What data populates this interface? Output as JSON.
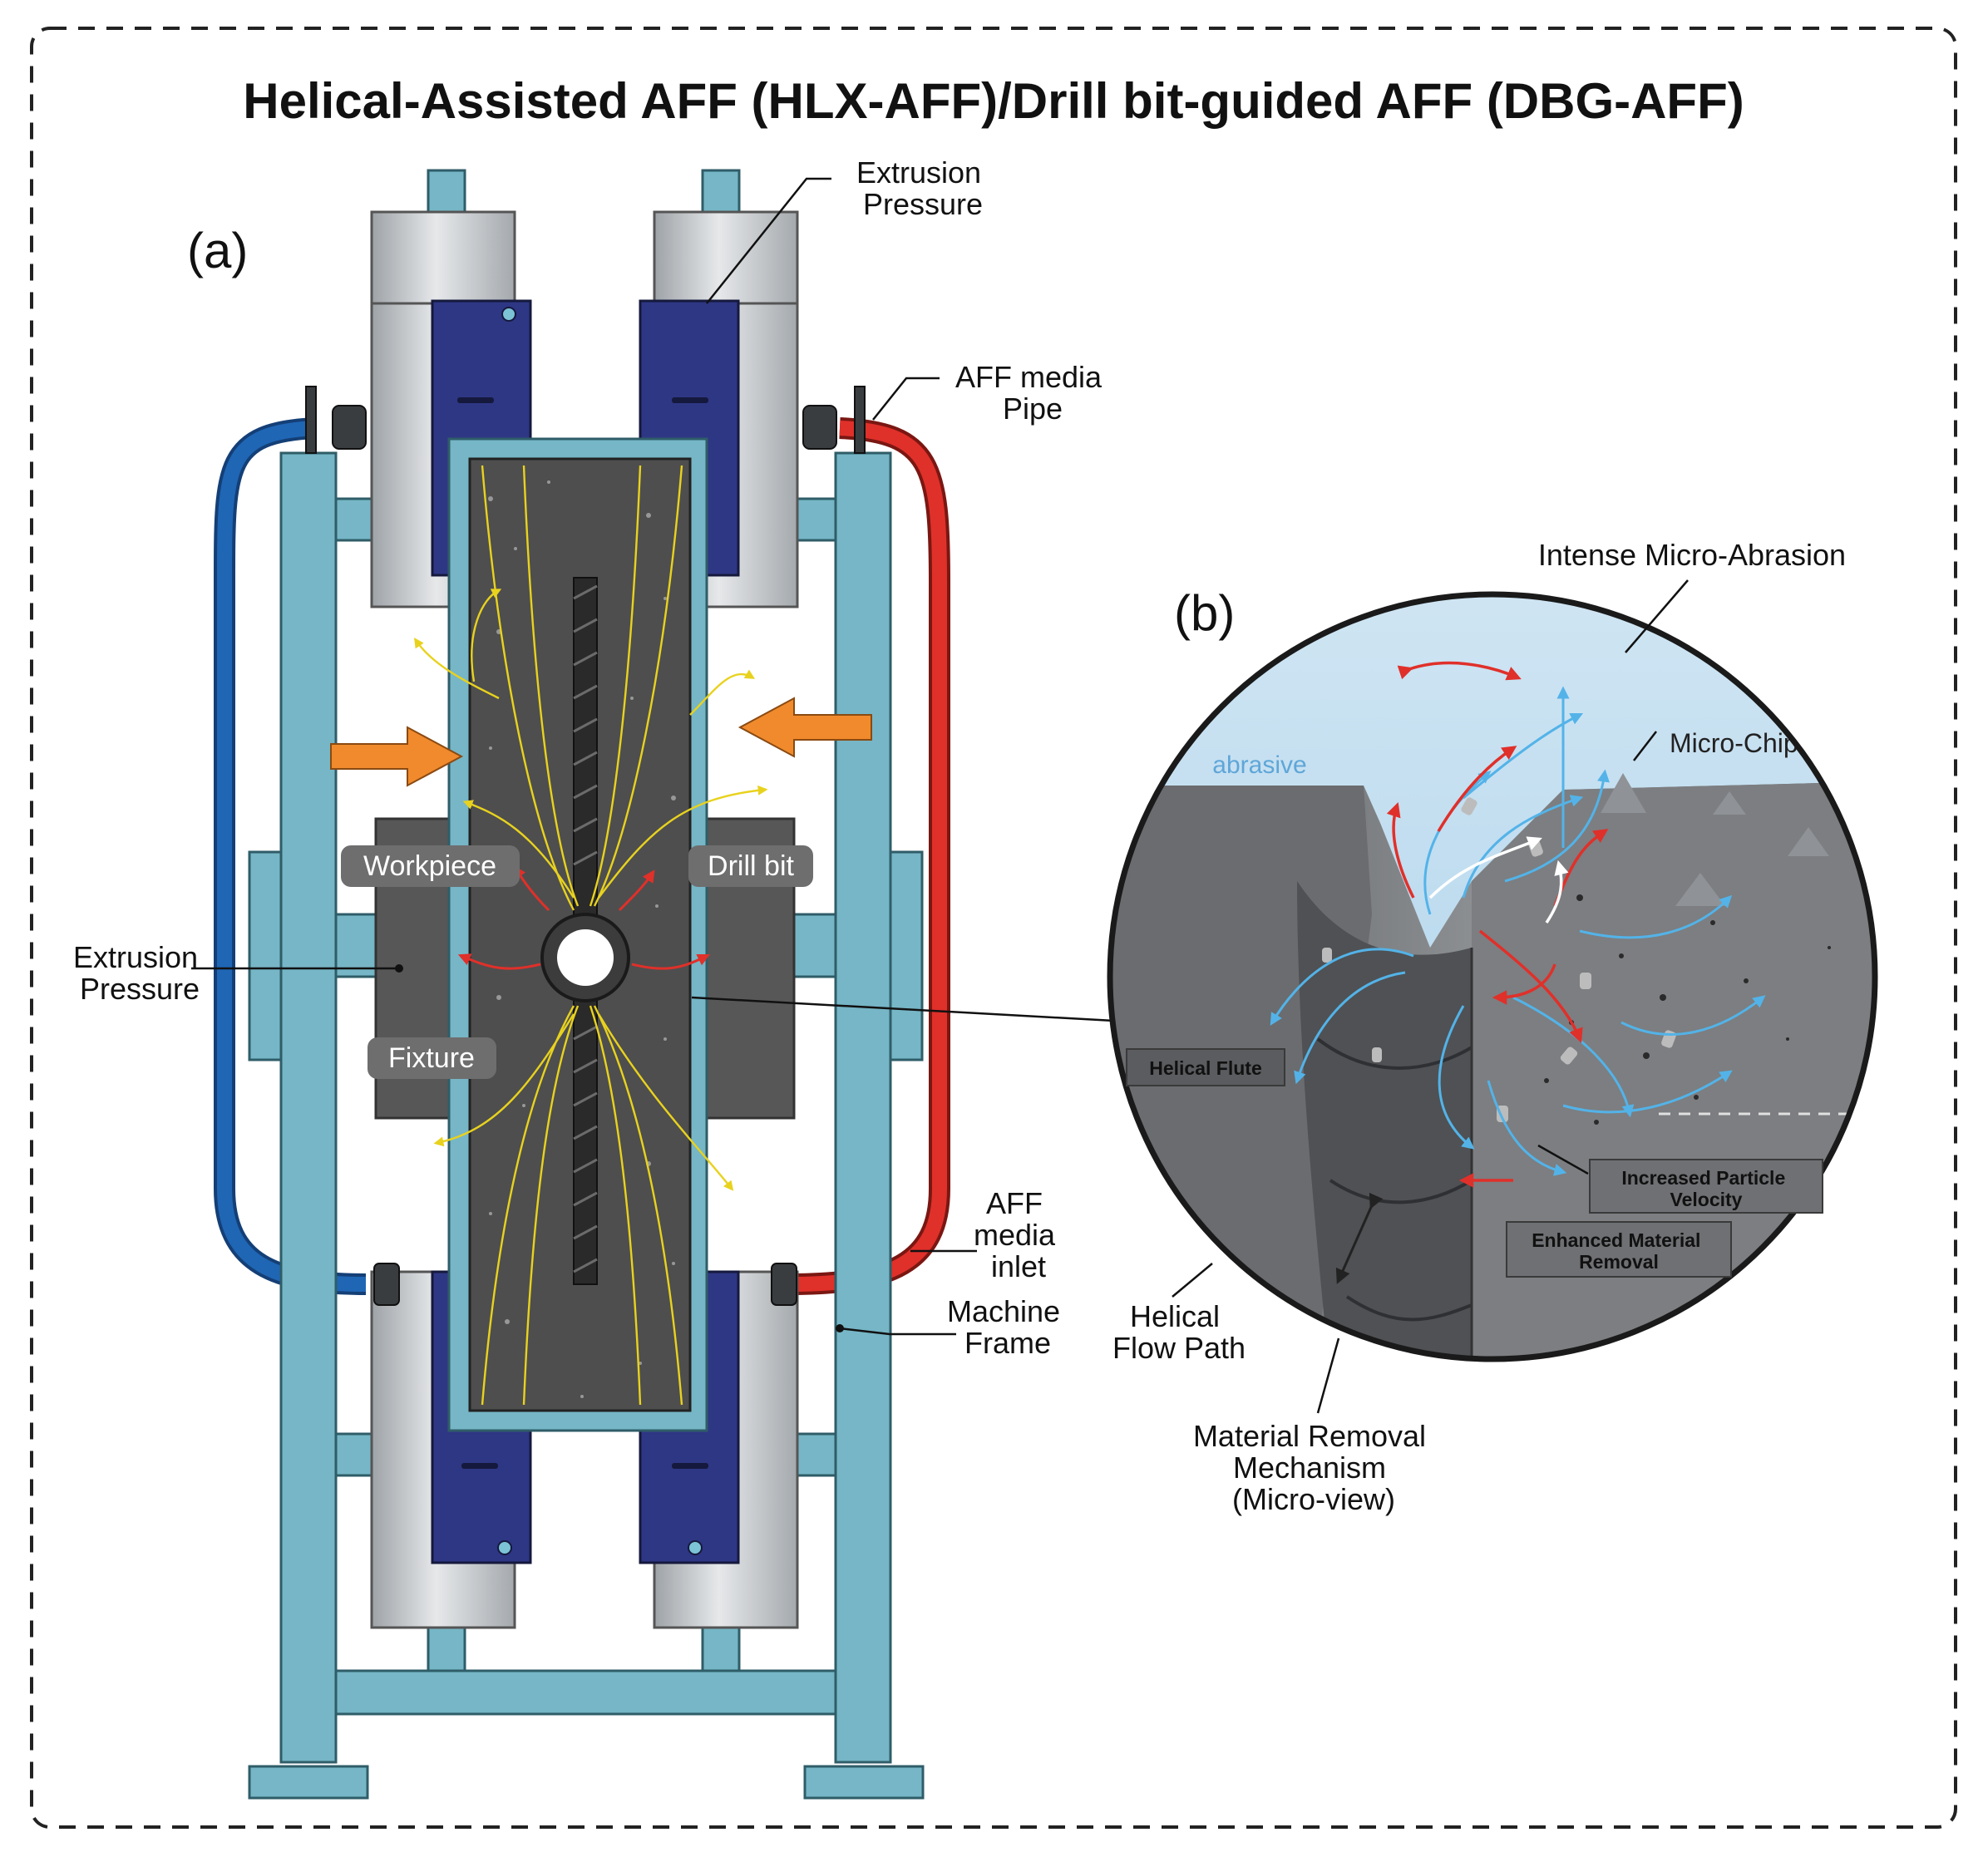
{
  "title": "Helical-Assisted AFF (HLX-AFF)/Drill bit-guided AFF (DBG-AFF)",
  "panel_a": {
    "tag": "(a)",
    "labels": {
      "extrusion_top_1": "Extrusion",
      "extrusion_top_2": "Pressure",
      "pipe_1": "AFF media",
      "pipe_2": "Pipe",
      "workpiece": "Workpiece",
      "drill_bit": "Drill bit",
      "fixture": "Fixture",
      "extrusion_left_1": "Extrusion",
      "extrusion_left_2": "Pressure",
      "inlet_1": "AFF",
      "inlet_2": "media",
      "inlet_3": "inlet",
      "frame_1": "Machine",
      "frame_2": "Frame"
    }
  },
  "panel_b": {
    "tag": "(b)",
    "labels": {
      "intense": "Intense Micro-Abrasion",
      "abrasive": "abrasive",
      "micro_chips": "Micro-Chips",
      "helical_flute": "Helical Flute",
      "velocity_1": "Increased Particle",
      "velocity_2": "Velocity",
      "enhanced_1": "Enhanced Material",
      "enhanced_2": "Removal",
      "flow_path_1": "Helical",
      "flow_path_2": "Flow Path",
      "mech_1": "Material Removal",
      "mech_2": "Mechanism",
      "mech_3": "(Micro-view)"
    }
  },
  "colors": {
    "frame": "#76b6c6",
    "cylinder": "#c4c8cb",
    "piston": "#2e3784",
    "media": "#4c4c4c",
    "hot_pipe": "#e0302a",
    "cold_pipe": "#1f66b5",
    "arrow": "#f08a2c",
    "flow_lines": "#e8d21e",
    "sky": "#bcdcf0"
  }
}
